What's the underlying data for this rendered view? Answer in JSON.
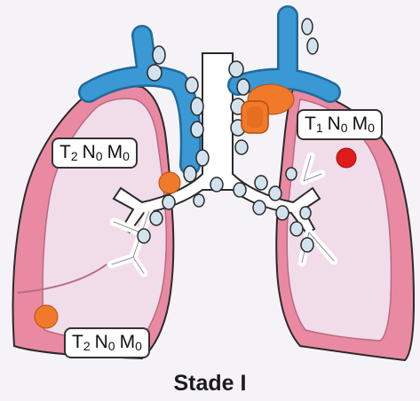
{
  "title": "Stade I",
  "labels": {
    "t1": [
      {
        "letter": "T",
        "sub": "1"
      },
      {
        "letter": "N",
        "sub": "0"
      },
      {
        "letter": "M",
        "sub": "0"
      }
    ],
    "t2_upper": [
      {
        "letter": "T",
        "sub": "2"
      },
      {
        "letter": "N",
        "sub": "0"
      },
      {
        "letter": "M",
        "sub": "0"
      }
    ],
    "t2_lower": [
      {
        "letter": "T",
        "sub": "2"
      },
      {
        "letter": "N",
        "sub": "0"
      },
      {
        "letter": "M",
        "sub": "0"
      }
    ]
  },
  "colors": {
    "background": "#f6f3f8",
    "lung_fill": "#f1dcea",
    "pleura": "#e98aa2",
    "outline": "#2a2a2a",
    "vessels": "#3a98d4",
    "lymph_nodes": "#d3e3ee",
    "tumor_orange": "#f07a2a",
    "tumor_red": "#e01b1b"
  }
}
